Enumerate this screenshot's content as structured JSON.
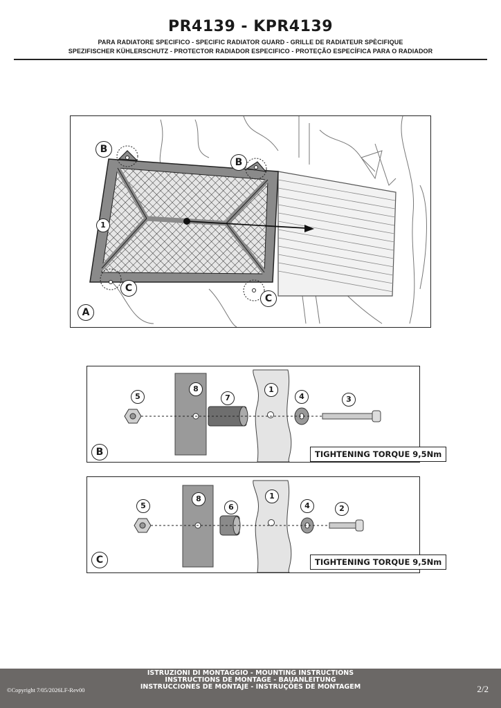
{
  "header": {
    "title": "PR4139 - KPR4139",
    "subtitle_line1": "PARA RADIATORE SPECIFICO - SPECIFIC RADIATOR GUARD - GRILLE DE RADIATEUR SPÈCIFIQUE",
    "subtitle_line2": "SPEZIFISCHER KÜHLERSCHUTZ - PROTECTOR RADIADOR ESPECIFICO - PROTEÇÃO ESPECÍFICA PARA O RADIADOR"
  },
  "panel_a": {
    "label": "A",
    "callout_b_left": "B",
    "callout_b_right": "B",
    "callout_c_left": "C",
    "callout_c_right": "C",
    "part_1": "1"
  },
  "panel_b": {
    "label": "B",
    "parts": [
      "5",
      "8",
      "7",
      "1",
      "4",
      "3"
    ],
    "torque": "TIGHTENING TORQUE 9,5Nm"
  },
  "panel_c": {
    "label": "C",
    "parts": [
      "5",
      "8",
      "6",
      "1",
      "4",
      "2"
    ],
    "torque": "TIGHTENING TORQUE 9,5Nm"
  },
  "footer": {
    "line1": "ISTRUZIONI DI MONTAGGIO  -  MOUNTING INSTRUCTIONS",
    "line2": "INSTRUCTIONS DE MONTAGE - BAUANLEITUNG",
    "line3": "INSTRUCCIONES DE MONTAJE - INSTRUÇÕES DE MONTAGEM",
    "copyright": "©Copyright 7/05/2026LF-Rev00",
    "page": "2/2"
  }
}
